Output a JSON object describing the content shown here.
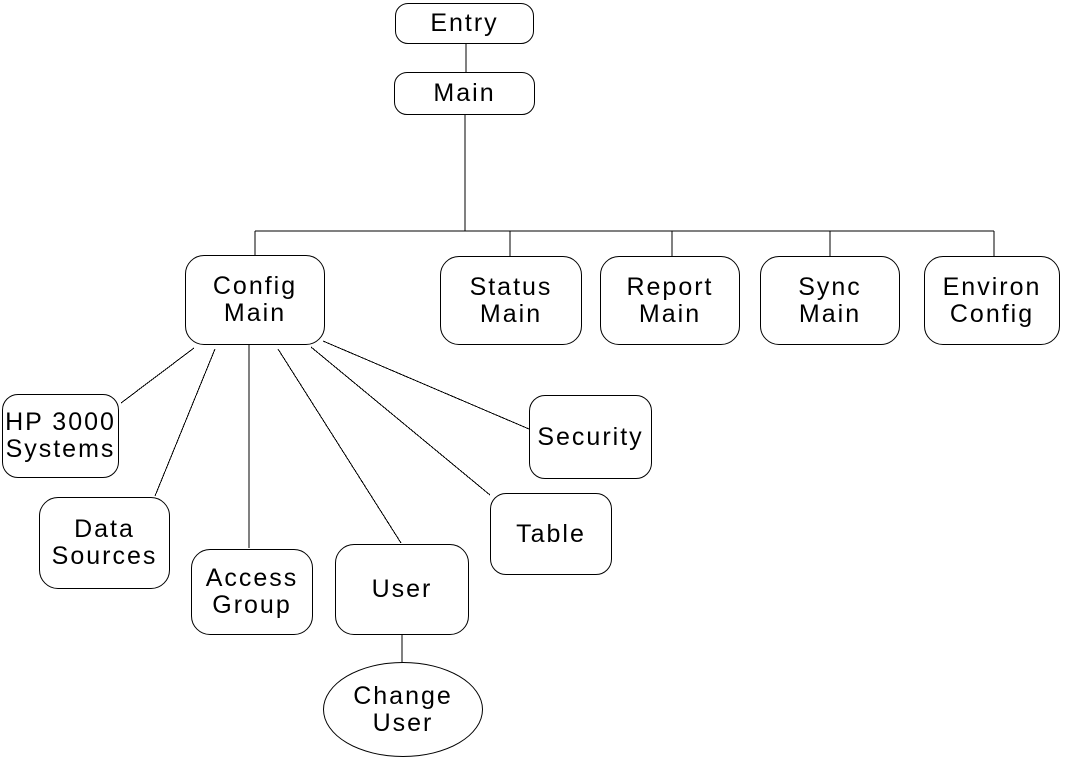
{
  "diagram": {
    "background_color": "#ffffff",
    "line_color": "#000000",
    "nodes": {
      "entry": {
        "label": "Entry"
      },
      "main": {
        "label": "Main"
      },
      "config_main": {
        "line1": "Config",
        "line2": "Main"
      },
      "status_main": {
        "line1": "Status",
        "line2": "Main"
      },
      "report_main": {
        "line1": "Report",
        "line2": "Main"
      },
      "sync_main": {
        "line1": "Sync",
        "line2": "Main"
      },
      "environ_config": {
        "line1": "Environ",
        "line2": "Config"
      },
      "hp_3000_systems": {
        "line1": "HP 3000",
        "line2": "Systems"
      },
      "data_sources": {
        "line1": "Data",
        "line2": "Sources"
      },
      "access_group": {
        "line1": "Access",
        "line2": "Group"
      },
      "user": {
        "label": "User"
      },
      "table": {
        "label": "Table"
      },
      "security": {
        "label": "Security"
      },
      "change_user": {
        "line1": "Change",
        "line2": "User"
      }
    },
    "edges": [
      {
        "from": "entry",
        "to": "main"
      },
      {
        "from": "main",
        "to": "config_main"
      },
      {
        "from": "main",
        "to": "status_main"
      },
      {
        "from": "main",
        "to": "report_main"
      },
      {
        "from": "main",
        "to": "sync_main"
      },
      {
        "from": "main",
        "to": "environ_config"
      },
      {
        "from": "config_main",
        "to": "hp_3000_systems"
      },
      {
        "from": "config_main",
        "to": "data_sources"
      },
      {
        "from": "config_main",
        "to": "access_group"
      },
      {
        "from": "config_main",
        "to": "user"
      },
      {
        "from": "config_main",
        "to": "table"
      },
      {
        "from": "config_main",
        "to": "security"
      },
      {
        "from": "user",
        "to": "change_user"
      }
    ]
  }
}
